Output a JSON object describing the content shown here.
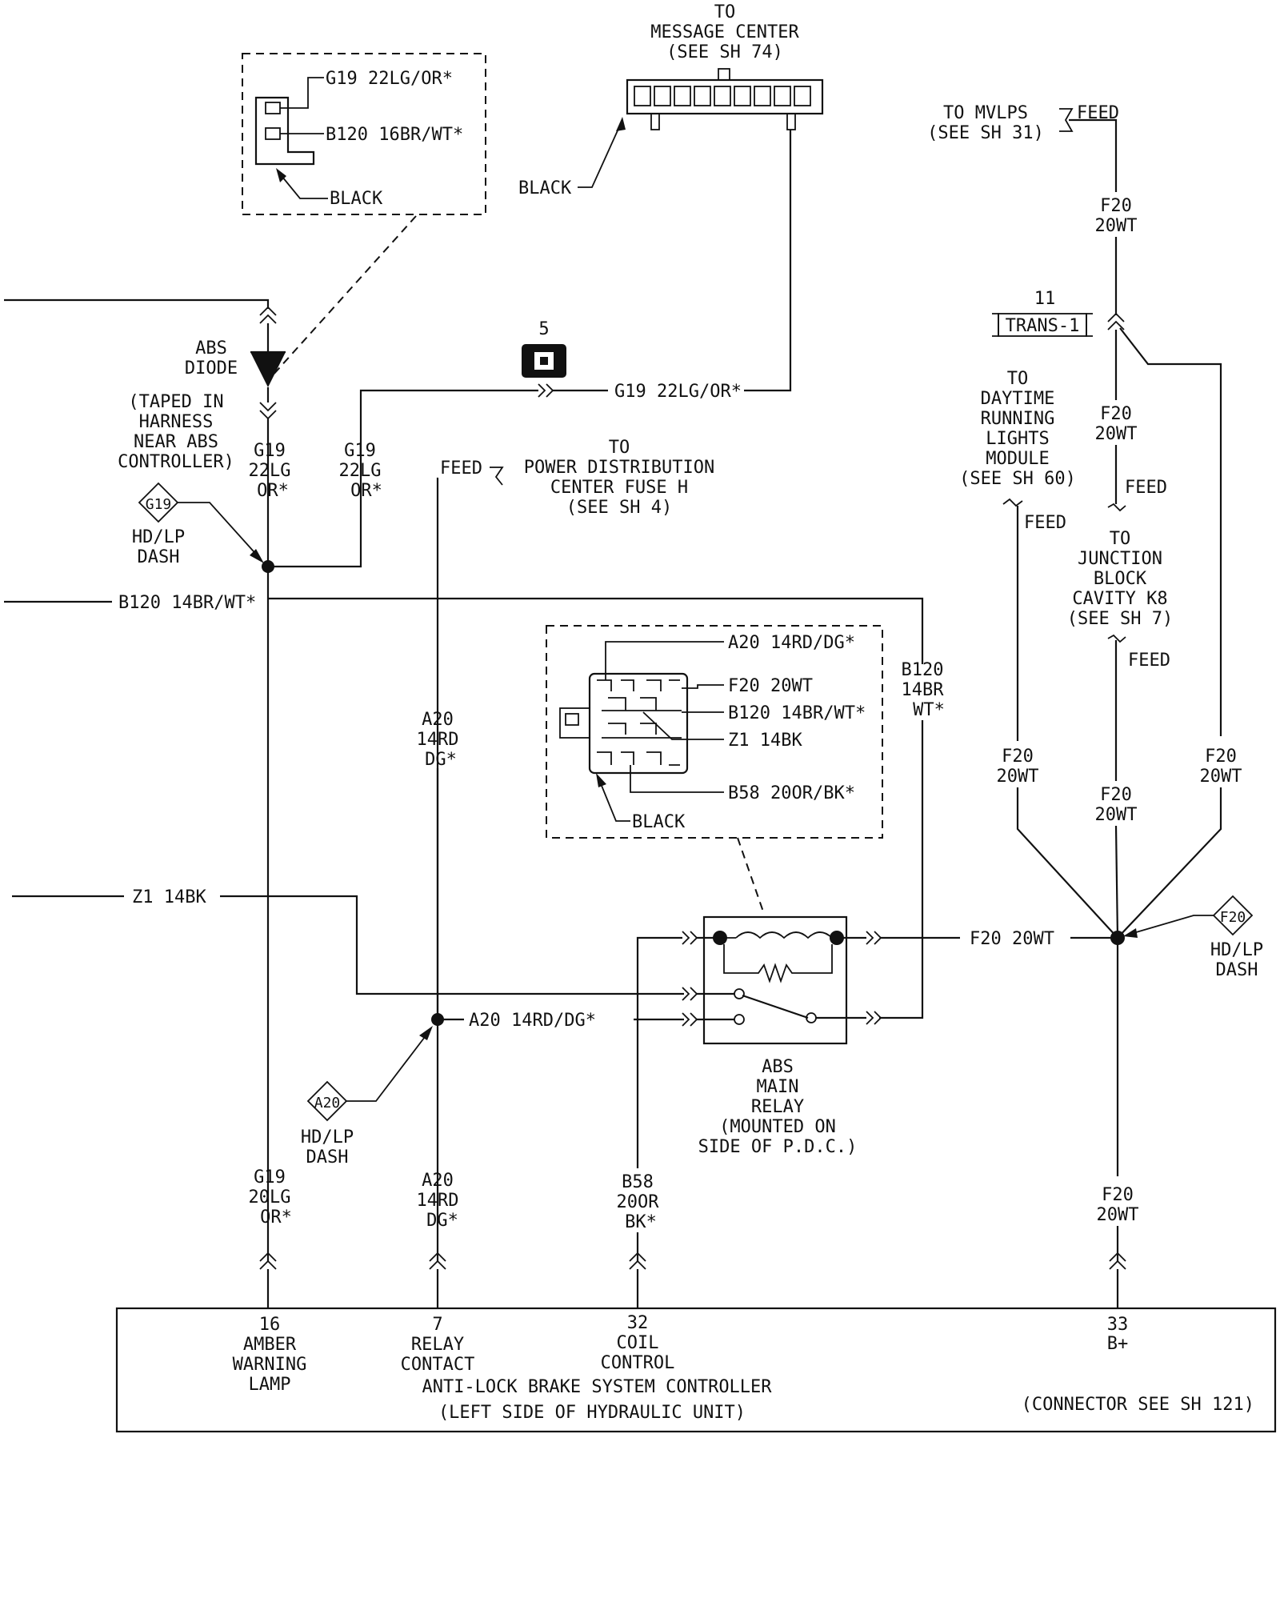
{
  "message_center": {
    "label": [
      "TO",
      "MESSAGE CENTER",
      "(SEE SH 74)"
    ],
    "connector_color": "BLACK",
    "wire": "G19 22LG/OR*"
  },
  "diode_inset": {
    "pin1": "G19 22LG/OR*",
    "pin2": "B120 16BR/WT*",
    "color": "BLACK"
  },
  "abs_diode": {
    "label": [
      "ABS",
      "DIODE"
    ],
    "note": [
      "(TAPED IN",
      "HARNESS",
      "NEAR ABS",
      "CONTROLLER)"
    ],
    "wire_left": [
      "G19",
      "22LG",
      "OR*"
    ],
    "wire_right": [
      "G19",
      "22LG",
      "OR*"
    ]
  },
  "splice_g19": {
    "tag": "G19",
    "label": [
      "HD/LP",
      "DASH"
    ]
  },
  "splice_a20": {
    "tag": "A20",
    "label": [
      "HD/LP",
      "DASH"
    ]
  },
  "splice_f20": {
    "tag": "F20",
    "label": [
      "HD/LP",
      "DASH"
    ]
  },
  "connector_5": {
    "number": "5"
  },
  "b120_line": "B120 14BR/WT*",
  "z1_line": "Z1 14BK",
  "pdc_feed": {
    "feed": "FEED",
    "label": [
      "TO",
      "POWER DISTRIBUTION",
      "CENTER FUSE H",
      "(SEE SH 4)"
    ]
  },
  "relay_inset": {
    "a20": "A20 14RD/DG*",
    "f20": "F20 20WT",
    "b120": "B120 14BR/WT*",
    "z1": "Z1 14BK",
    "b58": "B58 20OR/BK*",
    "color": "BLACK"
  },
  "wire_labels": {
    "a20_vertical": [
      "A20",
      "14RD",
      "DG*"
    ],
    "b120_vertical": [
      "B120",
      "14BR",
      "WT*"
    ],
    "a20_horizontal": "A20 14RD/DG*",
    "f20_horizontal": "F20 20WT"
  },
  "abs_relay": {
    "label": [
      "ABS",
      "MAIN",
      "RELAY",
      "(MOUNTED ON",
      "SIDE OF P.D.C.)"
    ]
  },
  "mvlps": {
    "label": [
      "TO MVLPS",
      "(SEE SH 31)"
    ],
    "feed": "FEED"
  },
  "f20_top": [
    "F20",
    "20WT"
  ],
  "trans": {
    "number": "11",
    "label": "TRANS-1"
  },
  "drl": {
    "label": [
      "TO",
      "DAYTIME",
      "RUNNING",
      "LIGHTS",
      "MODULE",
      "(SEE SH 60)"
    ],
    "feed": "FEED"
  },
  "f20_mid": [
    "F20",
    "20WT"
  ],
  "mid_feed": "FEED",
  "junction_block": {
    "label": [
      "TO",
      "JUNCTION",
      "BLOCK",
      "CAVITY K8",
      "(SEE SH 7)"
    ],
    "feed": "FEED"
  },
  "f20_left": [
    "F20",
    "20WT"
  ],
  "f20_center": [
    "F20",
    "20WT"
  ],
  "f20_right": [
    "F20",
    "20WT"
  ],
  "bottom_wires": {
    "g19": [
      "G19",
      "20LG",
      "OR*"
    ],
    "a20": [
      "A20",
      "14RD",
      "DG*"
    ],
    "b58": [
      "B58",
      "20OR",
      "BK*"
    ],
    "f20": [
      "F20",
      "20WT"
    ]
  },
  "controller": {
    "pin16": [
      "16",
      "AMBER",
      "WARNING",
      "LAMP"
    ],
    "pin7": [
      "7",
      "RELAY",
      "CONTACT"
    ],
    "pin32": [
      "32",
      "COIL",
      "CONTROL"
    ],
    "pin33": [
      "33",
      "B+"
    ],
    "title": "ANTI-LOCK BRAKE SYSTEM CONTROLLER",
    "subtitle": "(LEFT SIDE OF HYDRAULIC UNIT)",
    "connector_note": "(CONNECTOR SEE SH 121)"
  }
}
